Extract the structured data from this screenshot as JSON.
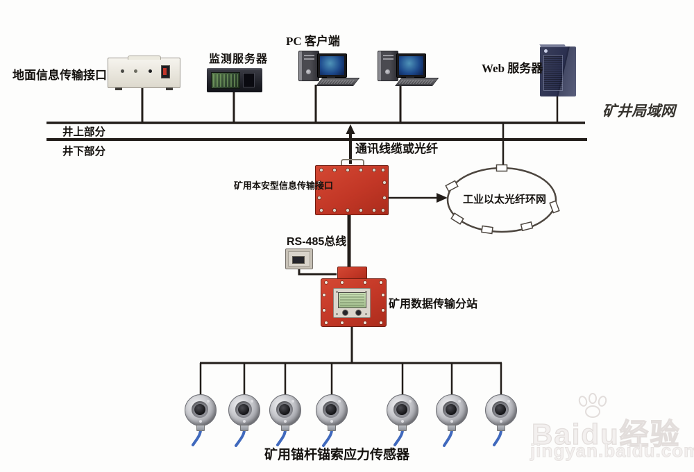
{
  "network": {
    "lan_label": "矿井局域网",
    "surface_label": "井上部分",
    "underground_label": "井下部分",
    "comm_cable_label": "通讯线缆或光纤",
    "ring_label": "工业以太光纤环网",
    "rs485_label": "RS-485总线"
  },
  "devices": {
    "ground_interface_label": "地面信息传输接口",
    "monitor_server_label": "监测服务器",
    "pc_client_label": "PC 客户端",
    "web_server_label": "Web 服务器",
    "safe_interface_label": "矿用本安型信息传输接口",
    "substation_label": "矿用数据传输分站",
    "sensor_label": "矿用锚杆锚索应力传感器",
    "sensor_count": 7
  },
  "watermark": {
    "brand": "Baidu",
    "brand_cn": "经验",
    "site": "jingyan.baidu.com"
  },
  "colors": {
    "device_red": "#c23726",
    "line_dark": "#221d19",
    "cable_blue": "#4069bd",
    "lcd_green": "#b5d2a0",
    "sensor_silver": "#c3c4c9"
  }
}
